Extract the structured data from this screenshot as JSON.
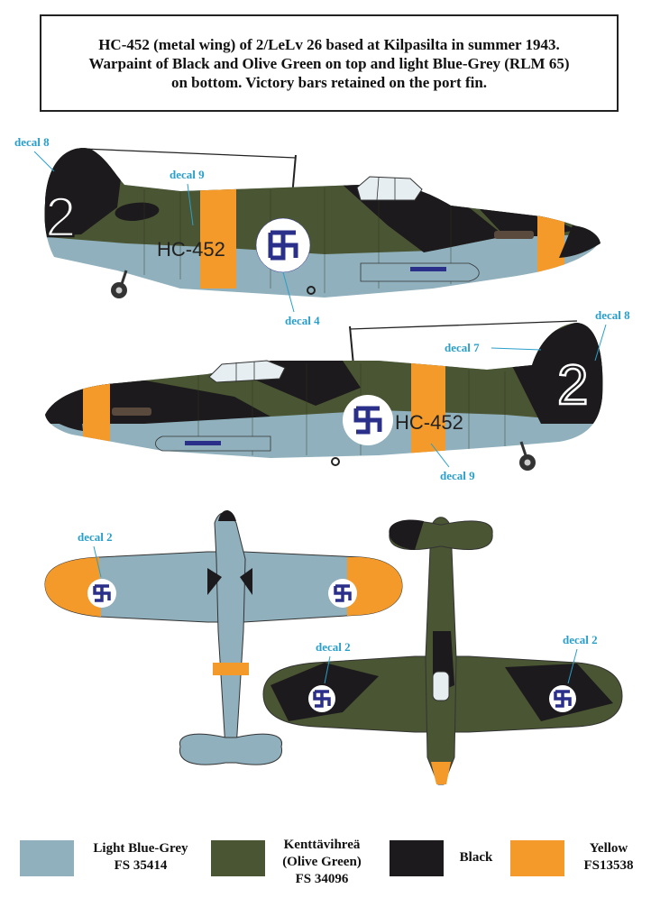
{
  "caption": {
    "lines": [
      "HC-452 (metal wing) of 2/LeLv 26 based at Kilpasilta in summer 1943.",
      "Warpaint of Black and Olive Green on top and light Blue-Grey (RLM 65)",
      "on bottom. Victory bars retained on the port fin."
    ]
  },
  "aircraft": {
    "serial": "HC-452",
    "fin_number": "2"
  },
  "callouts": {
    "decal_8_top": "decal 8",
    "decal_9_top": "decal 9",
    "decal_4": "decal 4",
    "decal_7": "decal 7",
    "decal_8_right": "decal 8",
    "decal_9_bottom": "decal 9",
    "decal_2_a": "decal 2",
    "decal_2_b": "decal 2",
    "decal_2_c": "decal 2"
  },
  "colors": {
    "light_blue_grey": "#8fb0bc",
    "olive_green": "#4a5533",
    "black": "#1c1a1c",
    "yellow": "#f39a2a",
    "callout_blue": "#2a9fc9"
  },
  "legend": [
    {
      "line1": "Light Blue-Grey",
      "line2": "FS 35414",
      "line3": "",
      "color": "#8fb0bc"
    },
    {
      "line1": "Kenttävihreä",
      "line2": "(Olive Green)",
      "line3": "FS 34096",
      "color": "#4a5533"
    },
    {
      "line1": "Black",
      "line2": "",
      "line3": "",
      "color": "#1c1a1c"
    },
    {
      "line1": "Yellow",
      "line2": "FS13538",
      "line3": "",
      "color": "#f39a2a"
    }
  ]
}
